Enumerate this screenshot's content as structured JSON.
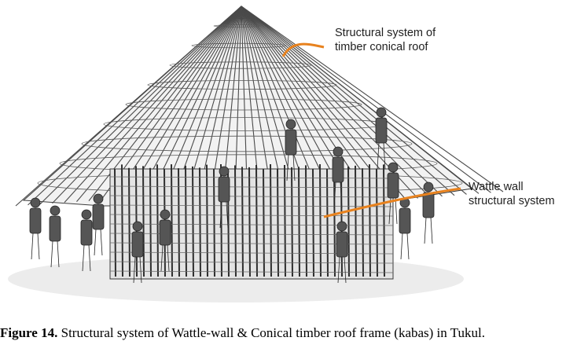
{
  "illustration": {
    "subject": "hut-construction-sketch",
    "stroke_color": "#3a3a3a",
    "callout_color": "#e8821e"
  },
  "callouts": {
    "roof": {
      "line1": "Structural system of",
      "line2": "timber conical roof"
    },
    "wall": {
      "line1": "Wattle wall",
      "line2": "structural system"
    }
  },
  "caption": {
    "label": "Figure 14.",
    "text": " Structural system of Wattle-wall & Conical timber roof frame (kabas) in Tukul."
  }
}
